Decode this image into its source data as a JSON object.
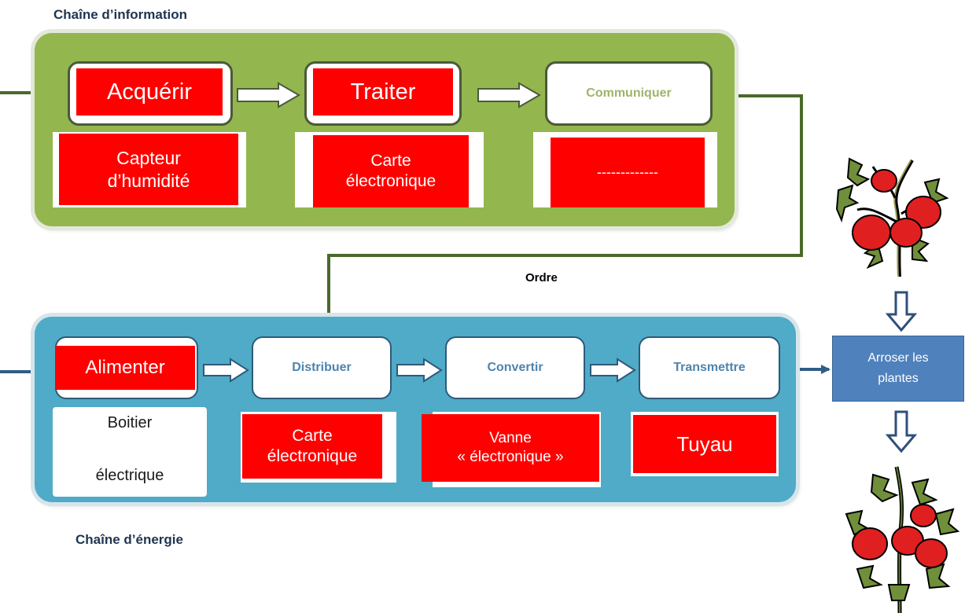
{
  "info_chain": {
    "title": "Chaîne d’information",
    "functions": [
      {
        "label": "Acquérir",
        "component": "Capteur\nd’humidité"
      },
      {
        "label": "Traiter",
        "component": "Carte\nélectronique"
      },
      {
        "label": "Communiquer",
        "component": "-------------"
      }
    ]
  },
  "order_label": "Ordre",
  "energy_chain": {
    "title": "Chaîne d’énergie",
    "functions": [
      {
        "label": "Alimenter",
        "component_line1": "Boitier",
        "component_line2": "électrique"
      },
      {
        "label": "Distribuer",
        "component": "Carte\nélectronique"
      },
      {
        "label": "Convertir",
        "component": "Vanne\n« électronique »"
      },
      {
        "label": "Transmettre",
        "component": "Tuyau"
      }
    ]
  },
  "action": "Arroser les\nplantes",
  "colors": {
    "info_panel": "#93b64f",
    "energy_panel": "#4fabc7",
    "overlay_red": "#ff0000",
    "action_box": "#4f81bd",
    "info_arrow": "#4a6a2a",
    "energy_arrow": "#2f5d86"
  },
  "icons": [
    "tomato-plant-before",
    "tomato-plant-after",
    "hollow-arrow-right",
    "hollow-arrow-down"
  ]
}
